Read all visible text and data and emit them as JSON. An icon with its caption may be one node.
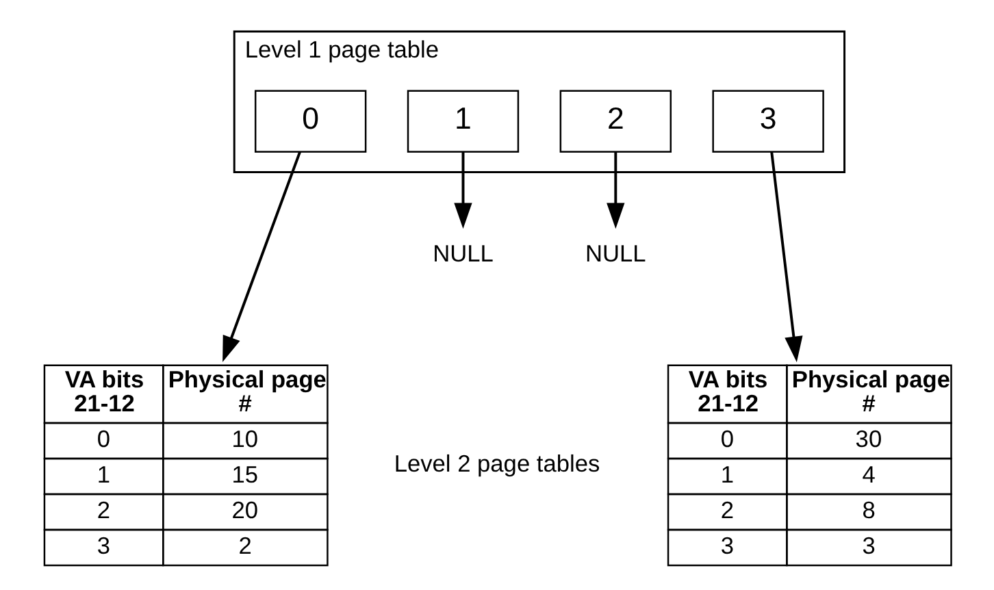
{
  "diagram": {
    "nodes": [
      {
        "text": [
          "Level 1 page table"
        ]
      },
      {
        "text": [
          "0"
        ],
        "in": 0
      },
      {
        "text": [
          "1"
        ],
        "in": 0
      },
      {
        "text": [
          "2"
        ],
        "in": 0
      },
      {
        "text": [
          "3"
        ],
        "in": 0
      },
      {
        "text": [
          "NULL"
        ]
      },
      {
        "text": [
          "NULL"
        ]
      },
      {
        "text": [
          "VA bits 21-12",
          "Physical page #",
          "0",
          "10",
          "1",
          "15",
          "2",
          "20",
          "3",
          "2"
        ]
      },
      {
        "text": [
          "VA bits 21-12",
          "Physical page #",
          "0",
          "30",
          "1",
          "4",
          "2",
          "8",
          "3",
          "3"
        ]
      }
    ],
    "edges": [
      {
        "from": 1,
        "to": 7,
        "arrow": "to"
      },
      {
        "from": 2,
        "to": 5,
        "arrow": "to"
      },
      {
        "from": 3,
        "to": 6,
        "arrow": "to"
      },
      {
        "from": 4,
        "to": 8,
        "arrow": "to"
      }
    ],
    "labels": [
      "Level 2 page tables"
    ]
  }
}
